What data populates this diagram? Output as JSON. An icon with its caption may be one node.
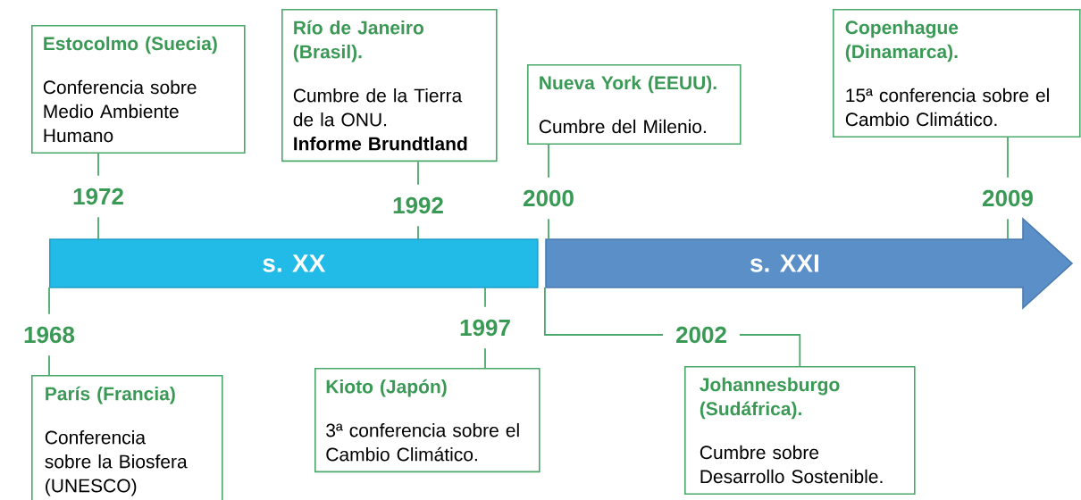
{
  "diagram": {
    "nodes": [
      {
        "text": [
          "Estocolmo (Suecia)",
          "Conferencia sobre Medio Ambiente Humano"
        ]
      },
      {
        "text": [
          "Río de Janeiro (Brasil).",
          "Cumbre de la Tierra de la ONU.",
          "Informe Brundtland"
        ]
      },
      {
        "text": [
          "Nueva York (EEUU).",
          "Cumbre del Milenio."
        ]
      },
      {
        "text": [
          "Copenhague (Dinamarca).",
          "15ª conferencia sobre el Cambio Climático."
        ]
      },
      {
        "text": [
          "1972"
        ]
      },
      {
        "text": [
          "1992"
        ]
      },
      {
        "text": [
          "2000"
        ]
      },
      {
        "text": [
          "2009"
        ]
      },
      {
        "text": [
          "s. XX"
        ]
      },
      {
        "text": [
          "s. XXI"
        ]
      },
      {
        "text": [
          "1968"
        ]
      },
      {
        "text": [
          "1997"
        ]
      },
      {
        "text": [
          "2002"
        ]
      },
      {
        "text": [
          "París (Francia)",
          "Conferencia sobre la Biosfera (UNESCO)"
        ]
      },
      {
        "text": [
          "Kioto (Japón)",
          "3ª conferencia sobre el Cambio Climático."
        ]
      },
      {
        "text": [
          "Johannesburgo (Sudáfrica).",
          "Cumbre sobre Desarrollo Sostenible."
        ]
      }
    ],
    "edges": [
      {
        "from": 0,
        "to": 4,
        "arrow": "none"
      },
      {
        "from": 4,
        "to": 8,
        "arrow": "none"
      },
      {
        "from": 1,
        "to": 5,
        "arrow": "none"
      },
      {
        "from": 5,
        "to": 8,
        "arrow": "none"
      },
      {
        "from": 2,
        "to": 6,
        "arrow": "none"
      },
      {
        "from": 6,
        "to": 9,
        "arrow": "none"
      },
      {
        "from": 3,
        "to": 7,
        "arrow": "none"
      },
      {
        "from": 7,
        "to": 9,
        "arrow": "none"
      },
      {
        "from": 8,
        "to": 10,
        "arrow": "none"
      },
      {
        "from": 10,
        "to": 13,
        "arrow": "none"
      },
      {
        "from": 8,
        "to": 11,
        "arrow": "none"
      },
      {
        "from": 11,
        "to": 14,
        "arrow": "none"
      },
      {
        "from": 9,
        "to": 12,
        "arrow": "none"
      },
      {
        "from": 12,
        "to": 15,
        "arrow": "none"
      }
    ]
  }
}
